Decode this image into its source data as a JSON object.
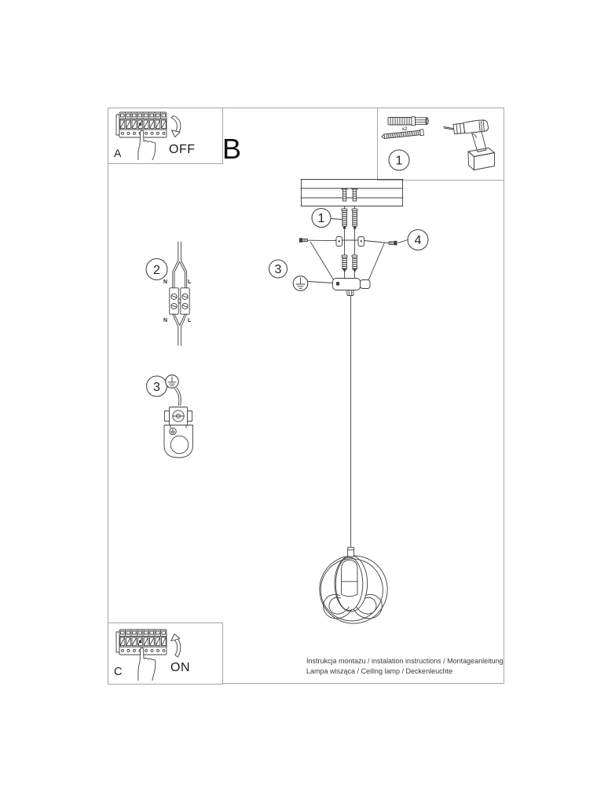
{
  "colors": {
    "line": "#3f3f3f",
    "border": "#a6a6a6",
    "ink": "#1c1c1c"
  },
  "panel_a": {
    "label": "A",
    "state": "OFF"
  },
  "section_label": "B",
  "parts_box": {
    "step": "1",
    "anchor_qty": "x2"
  },
  "diagram": {
    "callout_screws": "1",
    "callout_side_screws": "4",
    "callout_ground": "3"
  },
  "wiring": {
    "step": "2",
    "n_top": "N",
    "l_top": "L",
    "n_bottom": "N",
    "l_bottom": "L"
  },
  "grounding": {
    "step": "3"
  },
  "panel_c": {
    "label": "C",
    "state": "ON"
  },
  "footer": {
    "line1": "Instrukcja montażu / instalation instructions / Montageanleitung",
    "line2": "Lampa wisząca / Ceiling lamp / Deckenleuchte"
  }
}
